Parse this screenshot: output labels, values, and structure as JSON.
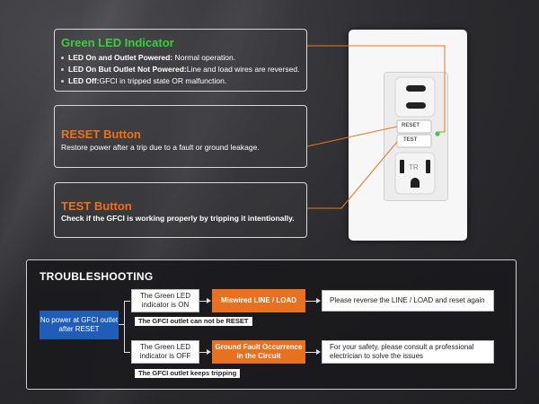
{
  "led": {
    "title": "Green LED Indicator",
    "items": [
      {
        "label": "LED On and Outlet Powered:",
        "text": " Normal operation."
      },
      {
        "label": "LED On But Outlet Not Powered:",
        "text": "Line and load wires are reversed."
      },
      {
        "label": "LED Off:",
        "text": "GFCI in tripped state OR malfunction."
      }
    ]
  },
  "reset": {
    "title": "RESET Button",
    "text": "Restore power after a trip due to a fault or ground leakage."
  },
  "test": {
    "title": "TEST Button",
    "text": "Check if the GFCI is working properly by tripping it intentionally."
  },
  "outlet": {
    "reset_label": "RESET",
    "test_label": "TEST",
    "tr_label": "TR"
  },
  "troubleshooting": {
    "title": "TROUBLESHOOTING",
    "start": "No power at GFCI outlet after RESET",
    "case_on": {
      "condition": "The Green LED indicator is ON",
      "cause": "Miswired LINE / LOAD",
      "action": "Please reverse the LINE / LOAD and reset again",
      "note": "The GFCI outlet can not be RESET"
    },
    "case_off": {
      "condition": "The Green LED indicator is OFF",
      "cause": "Ground Fault Occurrence in the Circuit",
      "action": "For your safety, please consult a professional electrician to solve the issues",
      "note": "The GFCI outlet keeps tripping"
    }
  },
  "colors": {
    "accent": "#e8711f",
    "led_green": "#3ccd3c",
    "start_blue": "#1f5db8"
  }
}
